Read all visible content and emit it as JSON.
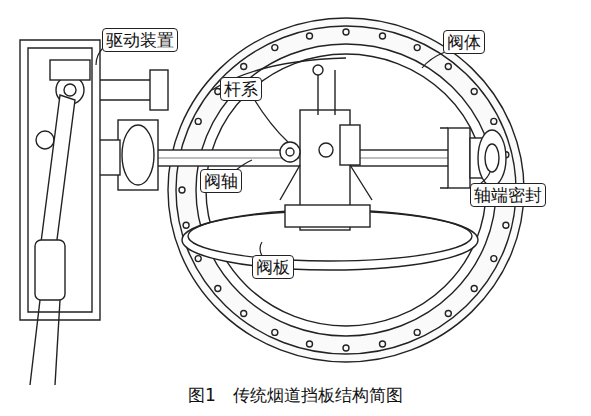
{
  "diagram": {
    "caption": "图1　传统烟道挡板结构简图",
    "labels": [
      "驱动装置",
      "阀体",
      "杆系",
      "阀轴",
      "轴端密封",
      "阀板"
    ]
  }
}
